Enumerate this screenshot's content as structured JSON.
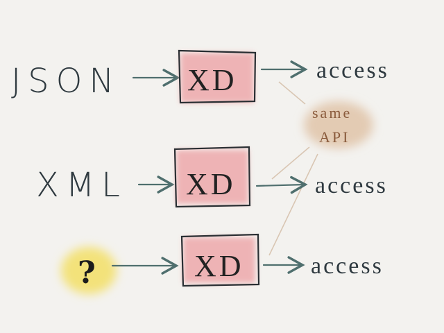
{
  "rows": [
    {
      "source": "JSON",
      "processor": "XD",
      "output": "access"
    },
    {
      "source": "XML",
      "processor": "XD",
      "output": "access"
    },
    {
      "source": "?",
      "processor": "XD",
      "output": "access"
    }
  ],
  "note": {
    "line1": "same",
    "line2": "API"
  },
  "colors": {
    "box_fill": "#eea9ab",
    "box_outline": "#2a2f33",
    "arrow": "#4f6f6e",
    "note_fill": "#e3cbb3",
    "note_text": "#8a5b3c",
    "highlight": "#f3e27a",
    "background": "#f3f2ef"
  }
}
